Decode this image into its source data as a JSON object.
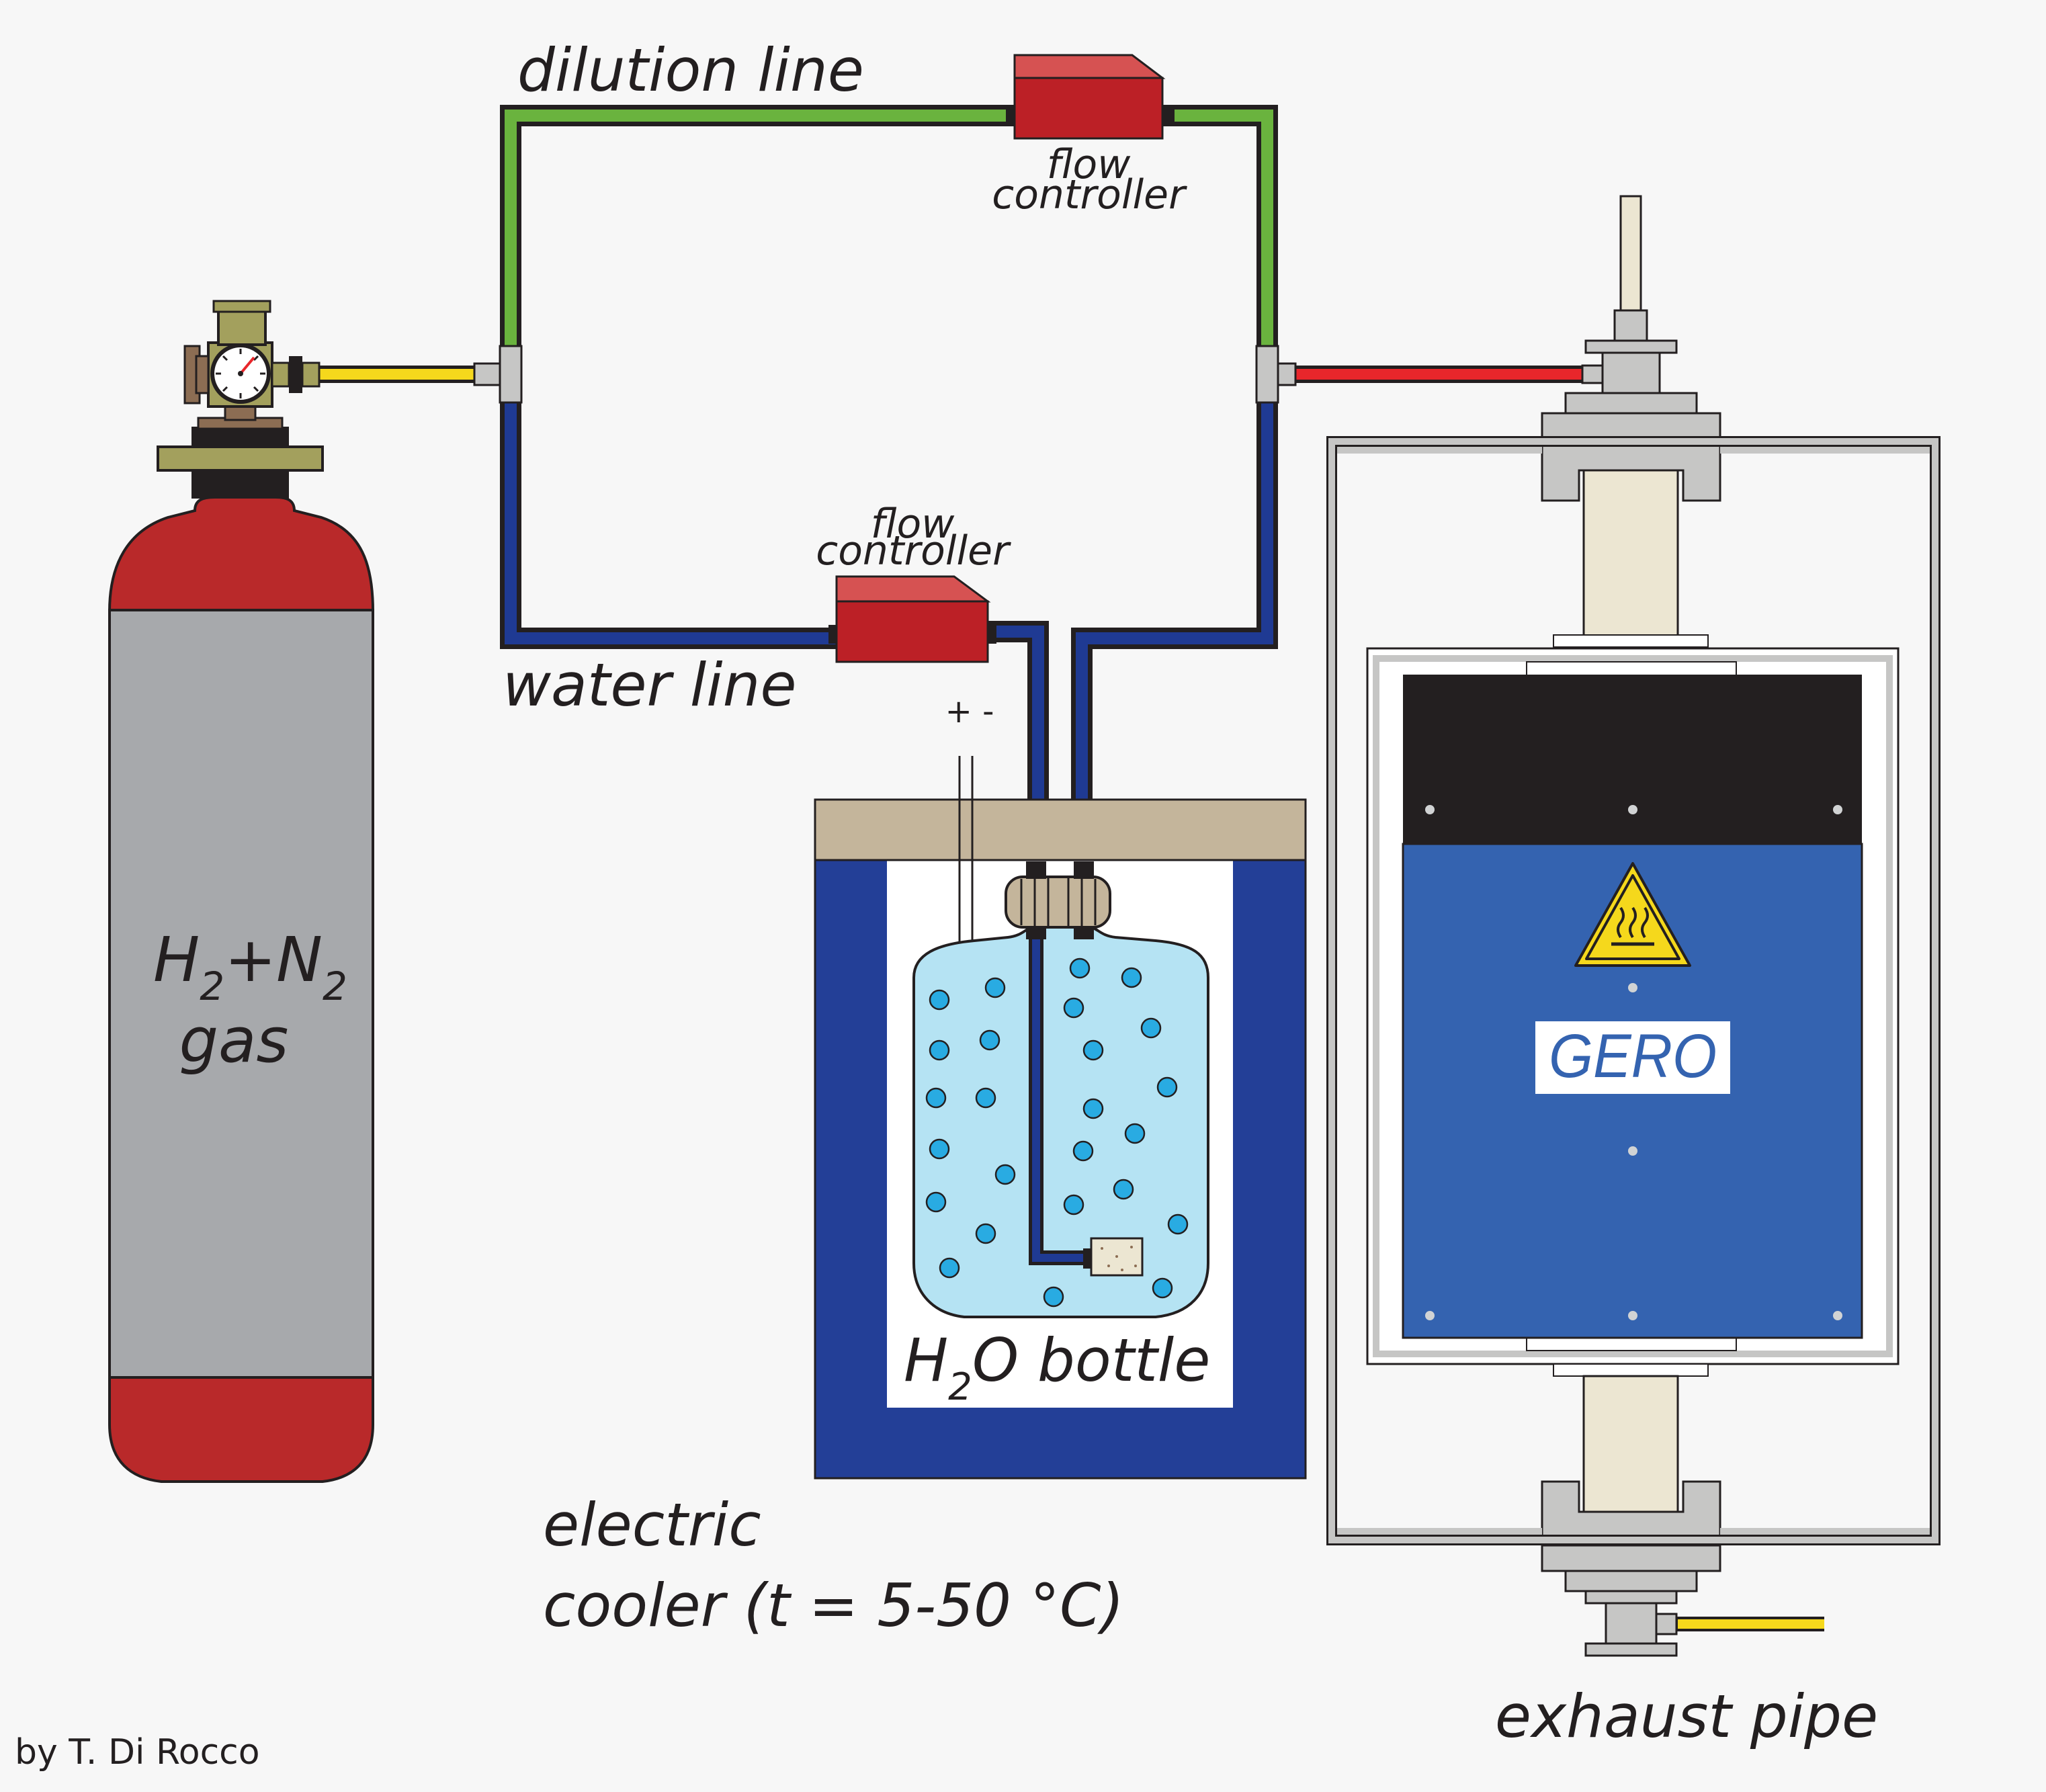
{
  "labels": {
    "dilution_line": "dilution line",
    "water_line": "water line",
    "flow_controller_top_1": "flow",
    "flow_controller_top_2": "controller",
    "flow_controller_bottom_1": "flow",
    "flow_controller_bottom_2": "controller",
    "gas_h": "H",
    "gas_sub1": "2",
    "gas_plus_n": "+N",
    "gas_sub2": "2",
    "gas_word": "gas",
    "bottle_h": "H",
    "bottle_sub": "2",
    "bottle_rest": "O bottle",
    "electrodes": "+ -",
    "cooler_line1": "electric",
    "cooler_line2": "cooler (t = 5-50 °C)",
    "exhaust": "exhaust pipe",
    "furnace_brand": "GERO",
    "credit": "by T. Di Rocco"
  },
  "colors": {
    "dilution_line": "#6ab33e",
    "water_line": "#1f3a93",
    "gas_feed": "#f5d81c",
    "outlet_line": "#e8262b",
    "exhaust_line": "#f5d81c",
    "cylinder_red": "#b9292a",
    "cylinder_grey": "#a7a9ac",
    "controller_red": "#bc2026",
    "cooler_blue": "#233f97",
    "cooler_lid": "#c4b59b",
    "water": "#b5e3f3",
    "bubble": "#29abe2",
    "furnace_blue": "#3463b0",
    "furnace_black": "#231f20",
    "ceramic_tube": "#ece6d2",
    "fitting_grey": "#c6c6c5",
    "hazard_yellow": "#f5d81c"
  },
  "icons": [
    "hot-surface-warning-icon",
    "pressure-gauge-icon"
  ]
}
